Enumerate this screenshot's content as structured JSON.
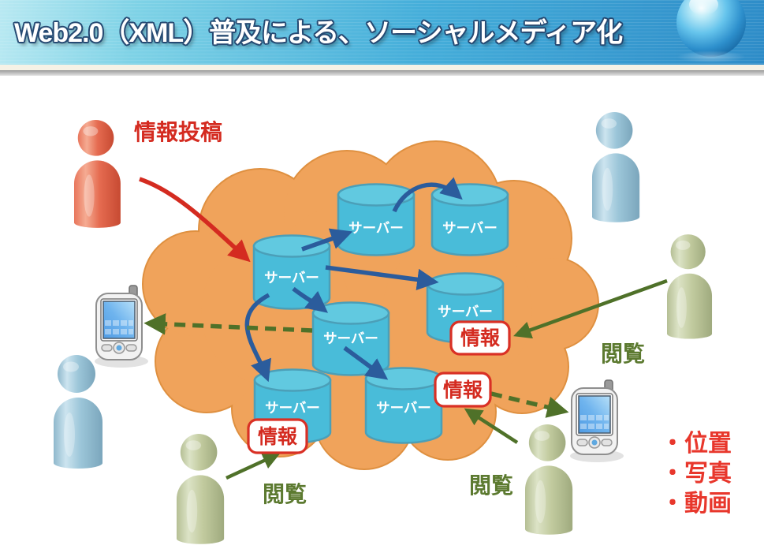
{
  "header": {
    "title": "Web2.0（XML）普及による、ソーシャルメディア化"
  },
  "cloud": {
    "servers": [
      "サーバー",
      "サーバー",
      "サーバー",
      "サーバー",
      "サーバー",
      "サーバー",
      "サーバー"
    ],
    "info_tags": [
      "情報",
      "情報",
      "情報"
    ]
  },
  "annotations": {
    "post_label": "情報投稿",
    "browse_labels": [
      "閲覧",
      "閲覧",
      "閲覧"
    ]
  },
  "media_list": {
    "items": [
      "・位置",
      "・写真",
      "・動画"
    ]
  },
  "icons": {
    "sphere": "glossy-sphere-icon",
    "cloud": "cloud-shape",
    "server": "database-cylinder-icon",
    "person": "person-figure-icon",
    "pda": "handheld-pda-icon"
  },
  "colors": {
    "header_gradient_start": "#B9E9F2",
    "header_gradient_end": "#2E8CC8",
    "cloud_fill": "#F0A35B",
    "cloud_stroke": "#DF9040",
    "server_fill": "#49BCD9",
    "server_top_fill": "#61C9E0",
    "server_stroke": "#4B9FB8",
    "arrow_blue": "#2B5C9C",
    "arrow_red": "#D42B20",
    "arrow_green": "#4F7129",
    "info_box_red": "#D93025",
    "browse_green": "#5C7A30",
    "media_list_red": "#E8372C",
    "person_red": "#E4654C",
    "person_blue": "#9CC6D9",
    "person_green": "#C2CB9F"
  }
}
